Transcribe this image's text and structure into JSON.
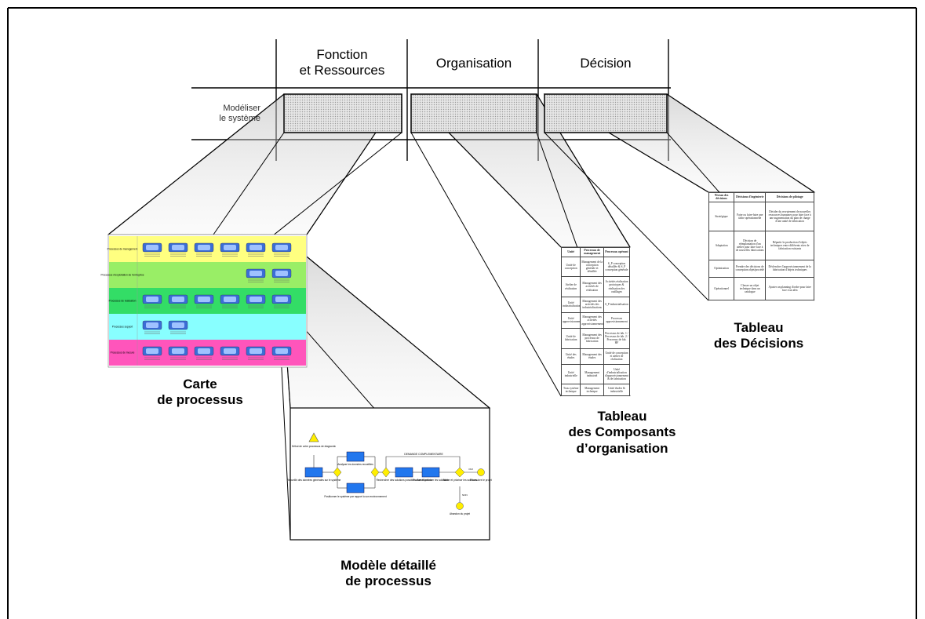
{
  "columns": [
    {
      "line1": "Fonction",
      "line2": "et Ressources"
    },
    {
      "line1": "Organisation",
      "line2": ""
    },
    {
      "line1": "Décision",
      "line2": ""
    }
  ],
  "row_label": {
    "line1": "Modéliser",
    "line2": "le système"
  },
  "captions": {
    "carte": {
      "line1": "Carte",
      "line2": "de processus"
    },
    "modele": {
      "line1": "Modèle détaillé",
      "line2": "de processus"
    },
    "composants": {
      "line1": "Tableau",
      "line2": "des Composants",
      "line3": "d’organisation"
    },
    "decisions": {
      "line1": "Tableau",
      "line2": "des Décisions"
    }
  },
  "process_map": {
    "band_colors": [
      "#ffff80",
      "#99ee66",
      "#33dd66",
      "#88ffff",
      "#ff55bb"
    ],
    "band_labels": [
      "Processus de management",
      "Processus d'exploitation de l'entreprise",
      "Processus de réalisation",
      "Processus support",
      "Processus de mesure"
    ]
  },
  "org_table": {
    "headers": [
      "Unité",
      "Processus de management",
      "Processus opérant"
    ],
    "rows": [
      [
        "Unité de conception",
        "Management de la conception générale et détaillée",
        "S_P conception détaillée & S_P conception générale"
      ],
      [
        "Atelier de réalisation",
        "Management des activités de réalisation",
        "Activités réalisation prototypes & réalisation des outillages"
      ],
      [
        "Unité industrialisation",
        "Management des activités des industrialisations",
        "S_P industrialisation"
      ],
      [
        "Unité approvisionnement",
        "Management des activités approvisionnement",
        "Processus approvisionnement"
      ],
      [
        "Unité de fabrication",
        "Management des processus de fabrication",
        "Processus de fab. 1 / Processus de fab. 2 / Processus de fab. HF"
      ],
      [
        "Unité des études",
        "Management des études",
        "Unité de conception et atelier de réalisation"
      ],
      [
        "Unité industrielle",
        "Management industriel",
        "Unité d'industrialisation d'approvisionnement & de fabrication"
      ],
      [
        "Tous système technique",
        "Management technique",
        "Unité études & industrielle"
      ]
    ]
  },
  "dec_table": {
    "headers": [
      "Niveau des décisions",
      "Décisions d'ingénierie",
      "Décisions de pilotage"
    ],
    "rows": [
      [
        "Stratégique",
        "Faire ou faire-faire une tâche opérationnelle",
        "Décider du recrutement de nouvelles ressources humaines pour faire face à une augmentation du plan de charge d'une unité de fabrication"
      ],
      [
        "Adaptation",
        "Décision de réimplantation d'un atelier pour faire face à de nouvelles fabrications",
        "Répartir la production d'objets techniques entre différents sites de fabrication existants"
      ],
      [
        "Optimisation",
        "Prendre des décisions de conception objet/procédé",
        "Déclencher l'approvisionnement de la fabrication d'objets techniques"
      ],
      [
        "Opérationnel",
        "Classer un objet technique dans un catalogue",
        "Ajuster un planning d'ordre pour faire face à un aléa"
      ]
    ]
  },
  "detail_model": {
    "event_start": "Début de votre processus de diagnostic",
    "task1": "Recueillir des données générales sur le système",
    "task2": "Analyser les données recueillies",
    "task3": "Positionner le système par rapport à son environnement",
    "loop": "DEMANDE COMPLEMENTAIRE",
    "task4": "Rechercher des solutions possibles d'amélioration",
    "task5": "Evaluer et prioriser les solutions",
    "gw": "Valider et prioriser les solutions",
    "oui": "OUI",
    "non": "NON",
    "end1": "Poursuivre le projet",
    "end2": "Abandon du projet"
  }
}
